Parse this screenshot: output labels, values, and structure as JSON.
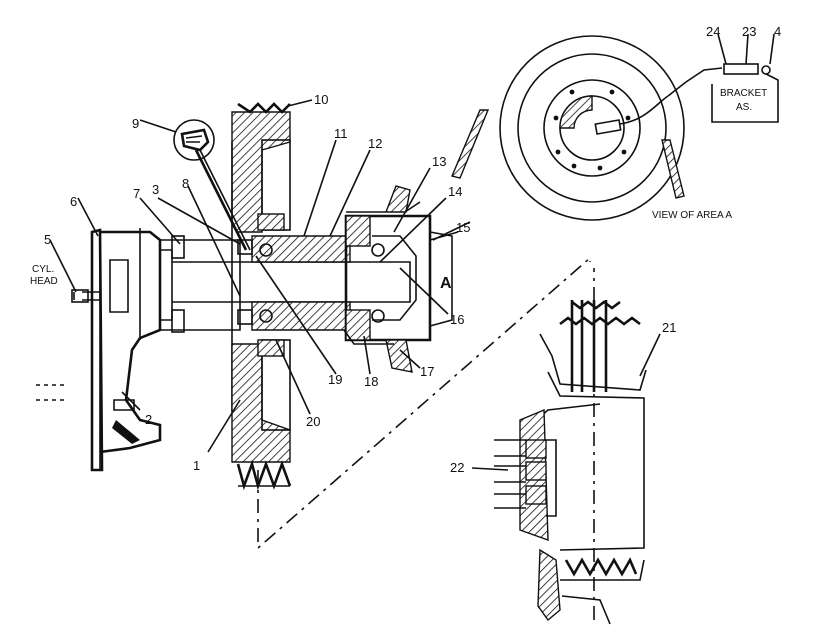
{
  "labels": {
    "l1": "1",
    "l2": "2",
    "l3": "3",
    "l4": "4",
    "l5": "5",
    "l6": "6",
    "l7": "7",
    "l8": "8",
    "l9": "9",
    "l10": "10",
    "l11": "11",
    "l12": "12",
    "l13": "13",
    "l14": "14",
    "l15": "15",
    "l16": "16",
    "l17": "17",
    "l18": "18",
    "l19": "19",
    "l20": "20",
    "l21": "21",
    "l22": "22",
    "l23": "23",
    "l24": "24"
  },
  "text": {
    "cyl": "CYL.",
    "head": "HEAD",
    "area_letter": "A",
    "view_caption": "VIEW OF AREA A",
    "bracket": "BRACKET",
    "as": "AS."
  },
  "colors": {
    "ink": "#111111",
    "paper": "#ffffff"
  }
}
